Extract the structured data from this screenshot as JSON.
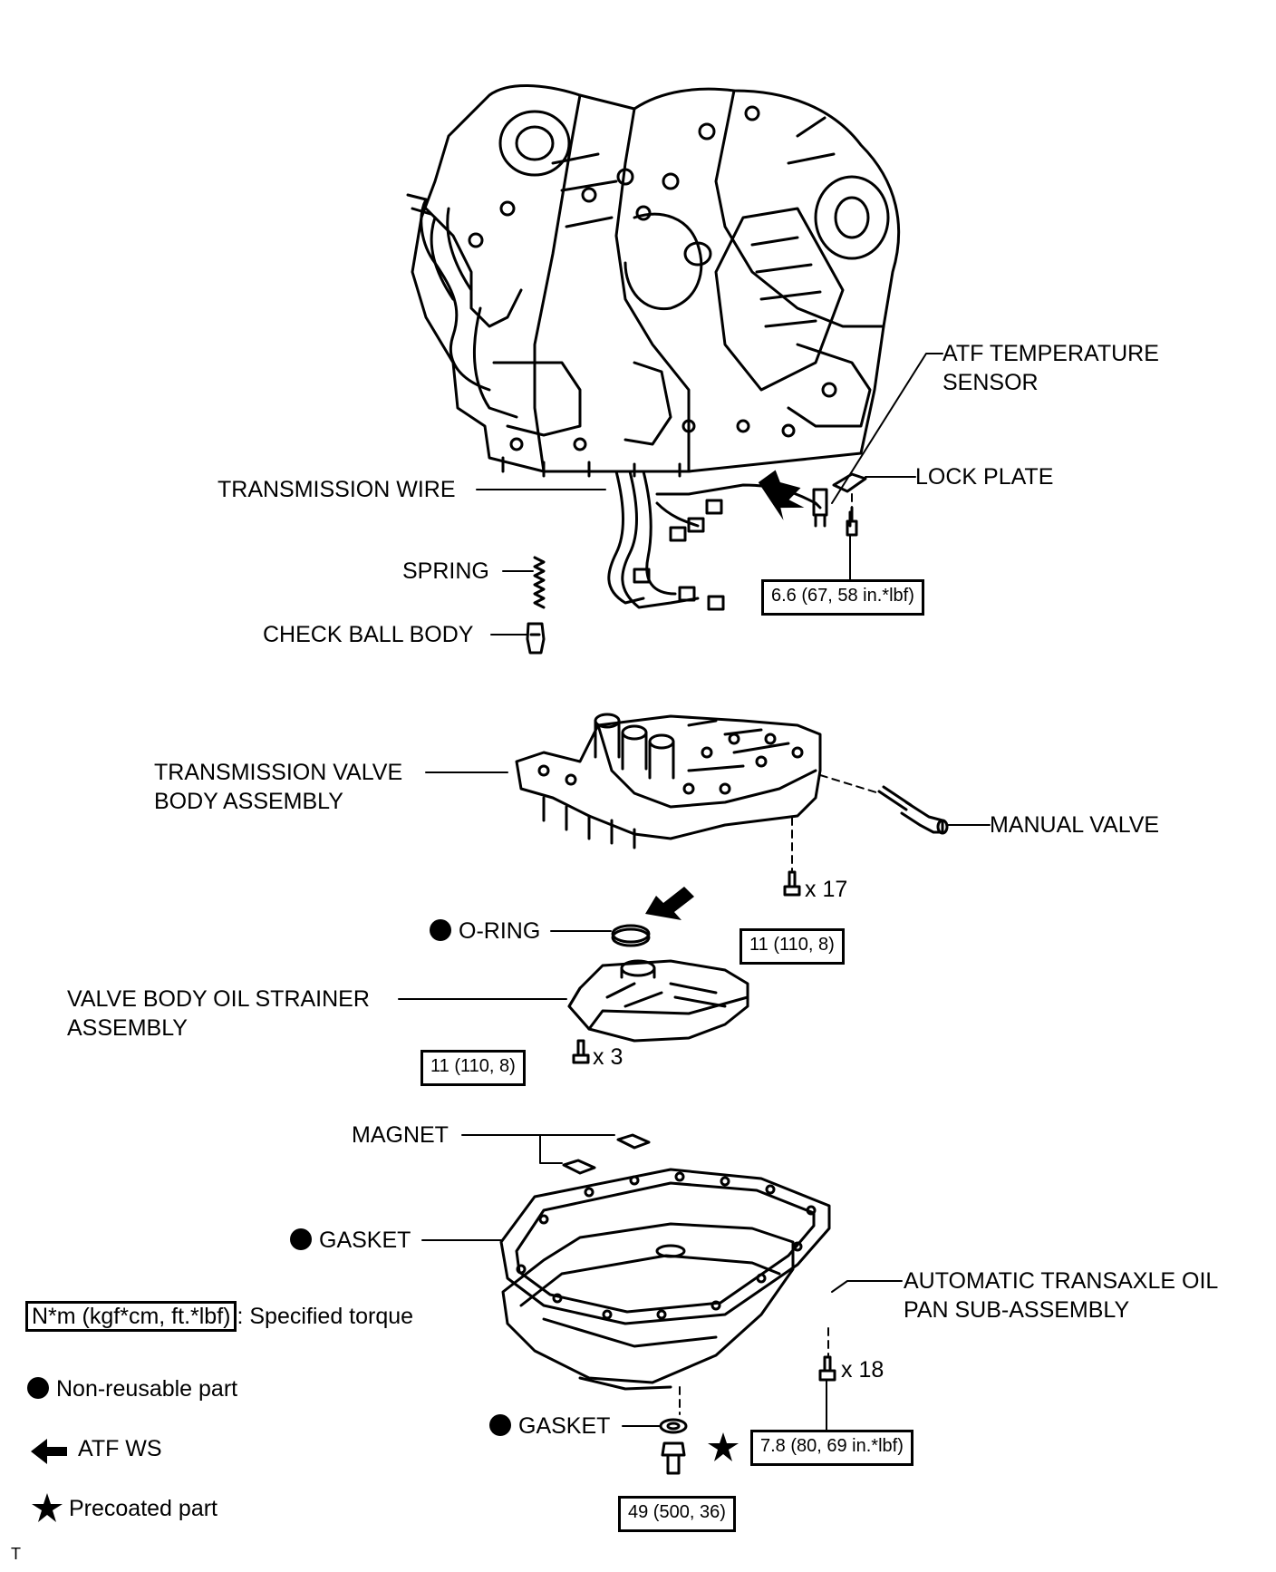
{
  "labels": {
    "atf_temperature_sensor": [
      "ATF TEMPERATURE",
      "SENSOR"
    ],
    "lock_plate": "LOCK PLATE",
    "transmission_wire": "TRANSMISSION WIRE",
    "spring": "SPRING",
    "check_ball_body": "CHECK BALL BODY",
    "transmission_valve_body": [
      "TRANSMISSION VALVE",
      "BODY ASSEMBLY"
    ],
    "manual_valve": "MANUAL VALVE",
    "o_ring": "O-RING",
    "valve_body_oil_strainer": [
      "VALVE BODY OIL STRAINER",
      "ASSEMBLY"
    ],
    "magnet": "MAGNET",
    "gasket_pan": "GASKET",
    "oil_pan": [
      "AUTOMATIC TRANSAXLE OIL",
      "PAN SUB-ASSEMBLY"
    ],
    "gasket_plug": "GASKET"
  },
  "torques": {
    "sensor_bolt": "6.6 (67, 58 in.*lbf)",
    "valve_body_bolts": "11 (110, 8)",
    "strainer_bolts": "11 (110, 8)",
    "pan_bolts": "7.8 (80, 69 in.*lbf)",
    "drain_plug": "49 (500, 36)"
  },
  "quantities": {
    "valve_body_bolts": "x 17",
    "strainer_bolts": "x 3",
    "pan_bolts": "x 18"
  },
  "legend": {
    "torque_unit": "N*m (kgf*cm, ft.*lbf)",
    "torque_text": ": Specified torque",
    "non_reusable": "Non-reusable part",
    "atf_ws": "ATF WS",
    "precoated": "Precoated part"
  },
  "corner_mark": "T"
}
